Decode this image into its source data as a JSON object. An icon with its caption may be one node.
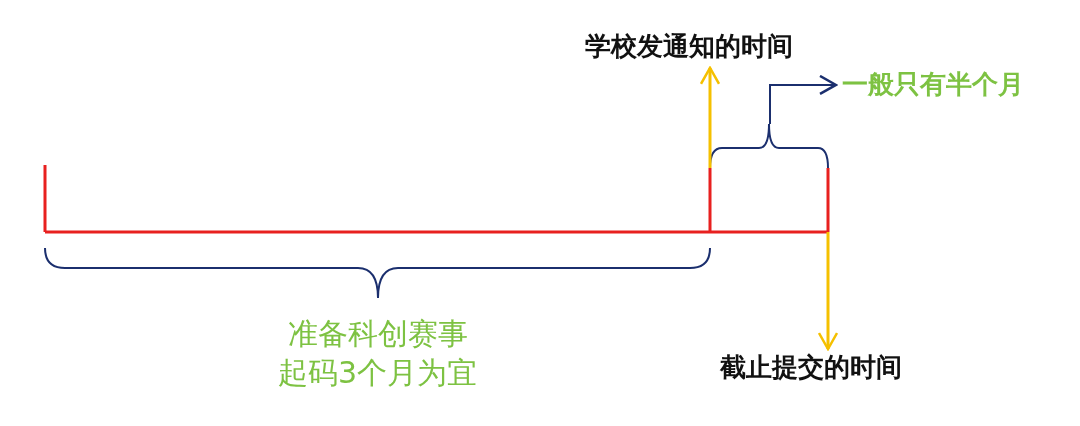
{
  "diagram": {
    "nodes": [
      {
        "text": [
          "学校发通知的时间"
        ]
      },
      {
        "text": [
          "截止提交的时间"
        ]
      },
      {
        "text": [
          "一般只有半个月"
        ]
      },
      {
        "text": [],
        "shape": "bracket"
      },
      {
        "text": [],
        "shape": "line"
      }
    ],
    "edges": [
      {
        "from": 4,
        "to": 0,
        "arrow": "to"
      },
      {
        "from": 4,
        "to": 1,
        "arrow": "to"
      },
      {
        "from": 3,
        "to": 2,
        "arrow": "to",
        "color": "#1b2f6e"
      }
    ],
    "labels": [
      "准备科创赛事起码3个月为宜"
    ]
  }
}
